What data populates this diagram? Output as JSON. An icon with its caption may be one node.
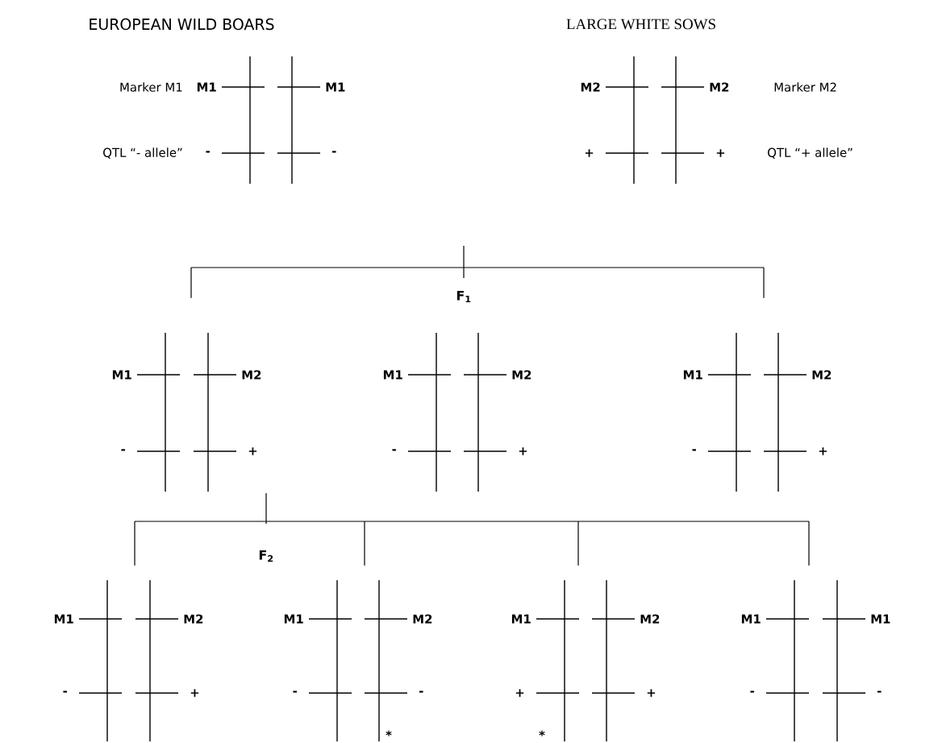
{
  "diagram": {
    "nodes": [
      {
        "text": [
          "Marker M1",
          "QTL “- allele”",
          "M1",
          "M1",
          "-",
          "-"
        ]
      },
      {
        "text": [
          "M2",
          "M2",
          "+",
          "+",
          "Marker M2",
          "QTL “+ allele”"
        ]
      },
      {
        "text": [
          "M1",
          "M2",
          "-",
          "+"
        ]
      },
      {
        "text": [
          "M1",
          "M2",
          "-",
          "+"
        ]
      },
      {
        "text": [
          "M1",
          "M2",
          "-",
          "+"
        ]
      },
      {
        "text": [
          "M1",
          "M2",
          "-",
          "+"
        ]
      },
      {
        "text": [
          "M1",
          "M2",
          "-",
          "-",
          "*"
        ]
      },
      {
        "text": [
          "M1",
          "M2",
          "+",
          "+",
          "*"
        ]
      },
      {
        "text": [
          "M1",
          "M1",
          "-",
          "-"
        ]
      }
    ],
    "edges": [
      {
        "from": null,
        "to": 2,
        "arrow": "none"
      },
      {
        "from": null,
        "to": 4,
        "arrow": "none"
      },
      {
        "from": 2,
        "to": 5,
        "arrow": "none"
      },
      {
        "from": 2,
        "to": 6,
        "arrow": "none"
      },
      {
        "from": 2,
        "to": 7,
        "arrow": "none"
      },
      {
        "from": 2,
        "to": 8,
        "arrow": "none"
      }
    ],
    "labels": [
      "EUROPEAN WILD BOARS",
      "LARGE WHITE SOWS",
      "F$_{1}$",
      "F$_{2}$"
    ]
  }
}
